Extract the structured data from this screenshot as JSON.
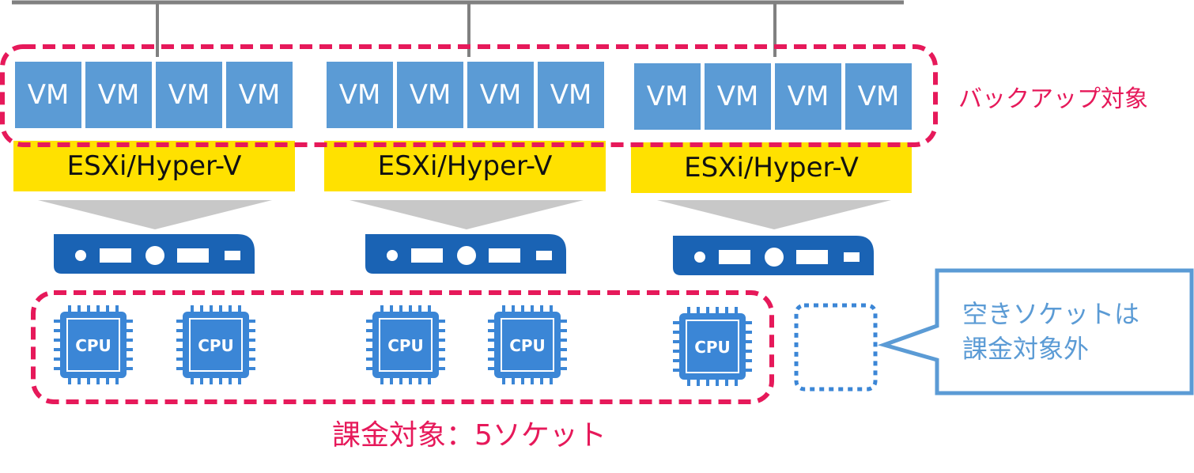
{
  "hosts": [
    {
      "vms": [
        "VM",
        "VM",
        "VM",
        "VM"
      ],
      "label": "ESXi/Hyper-V",
      "cpus": [
        "CPU",
        "CPU"
      ]
    },
    {
      "vms": [
        "VM",
        "VM",
        "VM",
        "VM"
      ],
      "label": "ESXi/Hyper-V",
      "cpus": [
        "CPU",
        "CPU"
      ]
    },
    {
      "vms": [
        "VM",
        "VM",
        "VM",
        "VM"
      ],
      "label": "ESXi/Hyper-V",
      "cpus": [
        "CPU"
      ]
    }
  ],
  "labels": {
    "backup_target": "バックアップ対象",
    "billing_target": "課金対象：5ソケット",
    "empty_socket_note": "空きソケットは\n課金対象外"
  },
  "colors": {
    "vm": "#5b9bd5",
    "hypervisor": "#ffe100",
    "server": "#1a63b4",
    "cpu": "#3b86d6",
    "highlight": "#e6195a",
    "network_line": "#808080",
    "arrow": "#c8c8c8"
  },
  "icons": [
    "server-icon",
    "cpu-icon",
    "empty-socket-icon"
  ]
}
